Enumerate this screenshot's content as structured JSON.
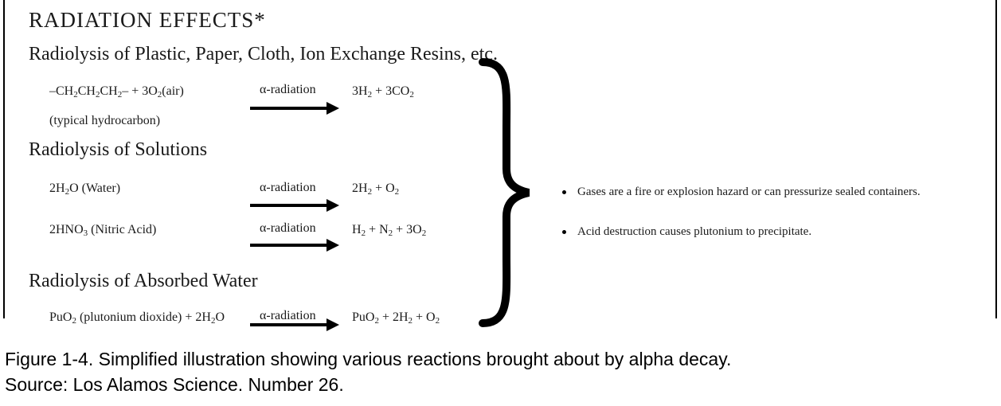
{
  "title": "RADIATION EFFECTS*",
  "sections": {
    "plastic": "Radiolysis of Plastic, Paper, Cloth, Ion Exchange Resins, etc.",
    "solutions": "Radiolysis of Solutions",
    "absorbed": "Radiolysis of Absorbed Water"
  },
  "arrow_label": "α-radiation",
  "hydrocarbon_note": "(typical hydrocarbon)",
  "bullets": [
    "Gases are a fire or explosion hazard or can pressurize sealed containers.",
    "Acid destruction causes plutonium to precipitate."
  ],
  "caption": {
    "figure": "Figure 1-4.  Simplified illustration showing various reactions brought about by alpha decay.",
    "source": "Source: Los Alamos Science. Number 26."
  }
}
